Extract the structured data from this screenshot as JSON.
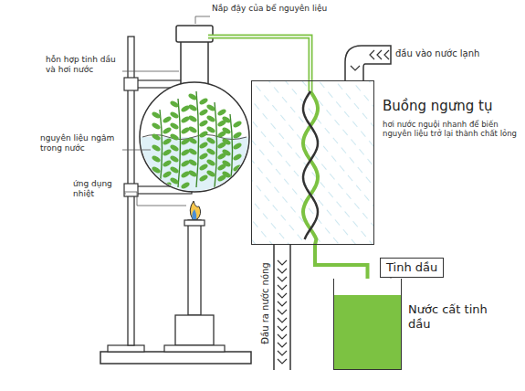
{
  "diagram": {
    "nodes": [
      {
        "text": [
          "Buồng ngưng tụ",
          "hơi nước nguội nhanh để biến nguyên liệu trở lại thành chất lỏng"
        ]
      },
      {
        "text": [
          "Tinh dầu"
        ]
      },
      {
        "text": [
          "Nước cất tinh dầu"
        ]
      }
    ],
    "edges": [
      {
        "from": 0,
        "to": 2,
        "arrow": "none"
      }
    ],
    "labels": [
      "Nắp đậy của bể nguyên liệu",
      "đầu vào nước lạnh",
      "hỗn hợp tinh dầu và hơi nước",
      "nguyên liệu ngâm trong nước",
      "ứng dụng nhiệt",
      "Đầu ra nước nóng"
    ]
  }
}
